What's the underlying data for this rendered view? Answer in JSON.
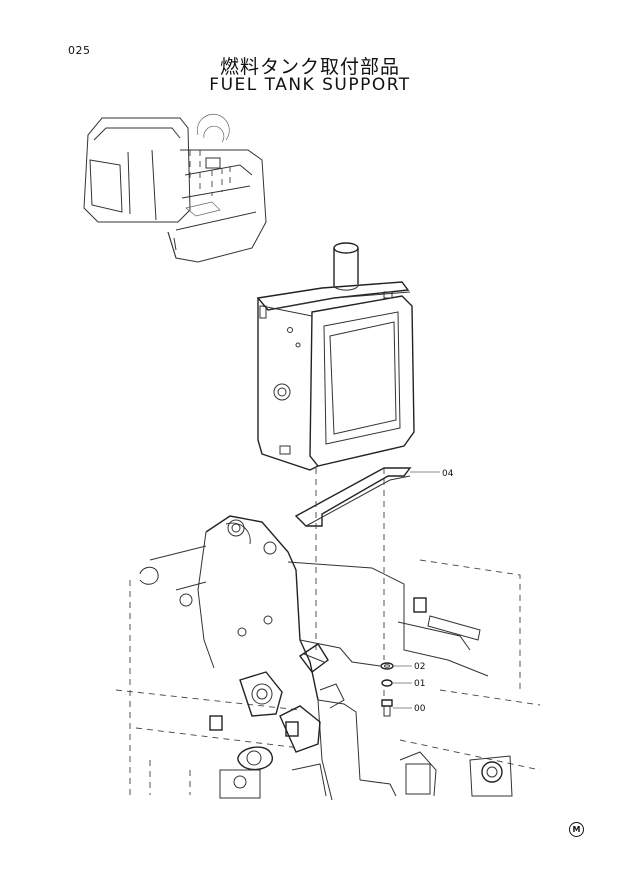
{
  "page": {
    "number": "025",
    "title_jp": "燃料タンク取付部品",
    "title_en": "FUEL TANK SUPPORT"
  },
  "callouts": [
    {
      "label": "04"
    },
    {
      "label": "02"
    },
    {
      "label": "01"
    },
    {
      "label": "00"
    }
  ],
  "corner_mark": "M"
}
